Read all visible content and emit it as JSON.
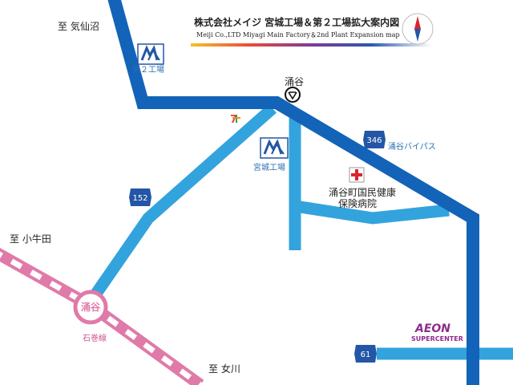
{
  "title": {
    "ja": "株式会社メイジ 宮城工場＆第２工場拡大案内図",
    "en": "Meiji Co.,LTD Miyagi Main Factory＆2nd Plant  Expansion map"
  },
  "places": {
    "to_kesennuma": "至 気仙沼",
    "to_kogota": "至 小牛田",
    "to_onagawa": "至 女川",
    "plant2": "第２工場",
    "main_factory": "宮城工場",
    "wakuya_school": "涌谷",
    "hospital_line1": "涌谷町国民健康",
    "hospital_line2": "保険病院",
    "wakuya_bypass": "涌谷バイパス",
    "station": "涌谷",
    "railway_line": "石巻線",
    "aeon_logo": "AEON",
    "aeon_sub": "SUPERCENTER"
  },
  "routes": {
    "r346": "346",
    "r152": "152",
    "r61": "61"
  },
  "icons": {
    "factory": "company-logo-icon",
    "school": "school-symbol-icon",
    "hospital": "red-cross-icon",
    "convenience_store": "convenience-store-icon",
    "compass": "compass-icon",
    "station": "station-icon"
  },
  "colors": {
    "main_road": "#1363b8",
    "sub_road": "#33a3dd",
    "railway": "#e07aa8",
    "route_shield": "#2356a6",
    "aeon": "#8e2d8e",
    "hospital_cross": "#d8262e"
  }
}
